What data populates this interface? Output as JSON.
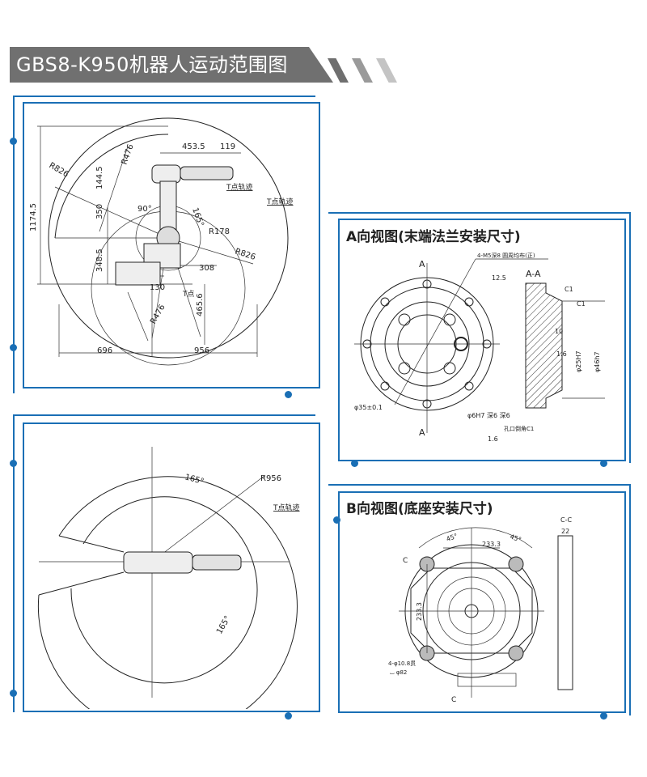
{
  "header": {
    "title": "GBS8-K950机器人运动范围图"
  },
  "colors": {
    "accent": "#1a6fb5",
    "title_bg": "#707070"
  },
  "side_view": {
    "labels": {
      "d453": "453.5",
      "d119": "119",
      "r476_top": "R476",
      "r826_left": "R826",
      "d144": "144.5",
      "d350": "350",
      "d1174": "1174.5",
      "a90": "90°",
      "a165": "165°",
      "r178": "R178",
      "r826_right": "R826",
      "d348": "348.5",
      "d308": "308",
      "d130": "130",
      "t_point": "T点",
      "d465": "465.6",
      "r476_bottom": "R476",
      "d696": "696",
      "d956": "956",
      "track1": "T点轨迹",
      "track2": "T点轨迹"
    }
  },
  "top_view": {
    "labels": {
      "a165_top": "165°",
      "r956": "R956",
      "track": "T点轨迹",
      "a165_bottom": "165°"
    }
  },
  "view_a": {
    "title": "A向视图(末端法兰安装尺寸)",
    "labels": {
      "sec_a_top": "A",
      "sec_a_bottom": "A",
      "section": "A-A",
      "thread": "4-M5深8 圆周均布(正)",
      "rough1": "12.5",
      "c1": "C1",
      "c2": "C1",
      "d10": "10",
      "d25": "φ25H7",
      "d46": "φ46h7",
      "rough2": "1.6",
      "pcd": "φ35±0.1",
      "pin": "φ6H7 深6 深6",
      "chamfer": "孔口倒角C1",
      "rough3": "1.6"
    }
  },
  "view_b": {
    "title": "B向视图(底座安装尺寸)",
    "labels": {
      "section": "C-C",
      "d22": "22",
      "a45_left": "45°",
      "a45_right": "45°",
      "d233_h": "233.3",
      "d233_v": "233.3",
      "c_top": "C",
      "c_bottom": "C",
      "holes": "4-φ10.8贯",
      "cbore": "⌴ φ82"
    }
  }
}
